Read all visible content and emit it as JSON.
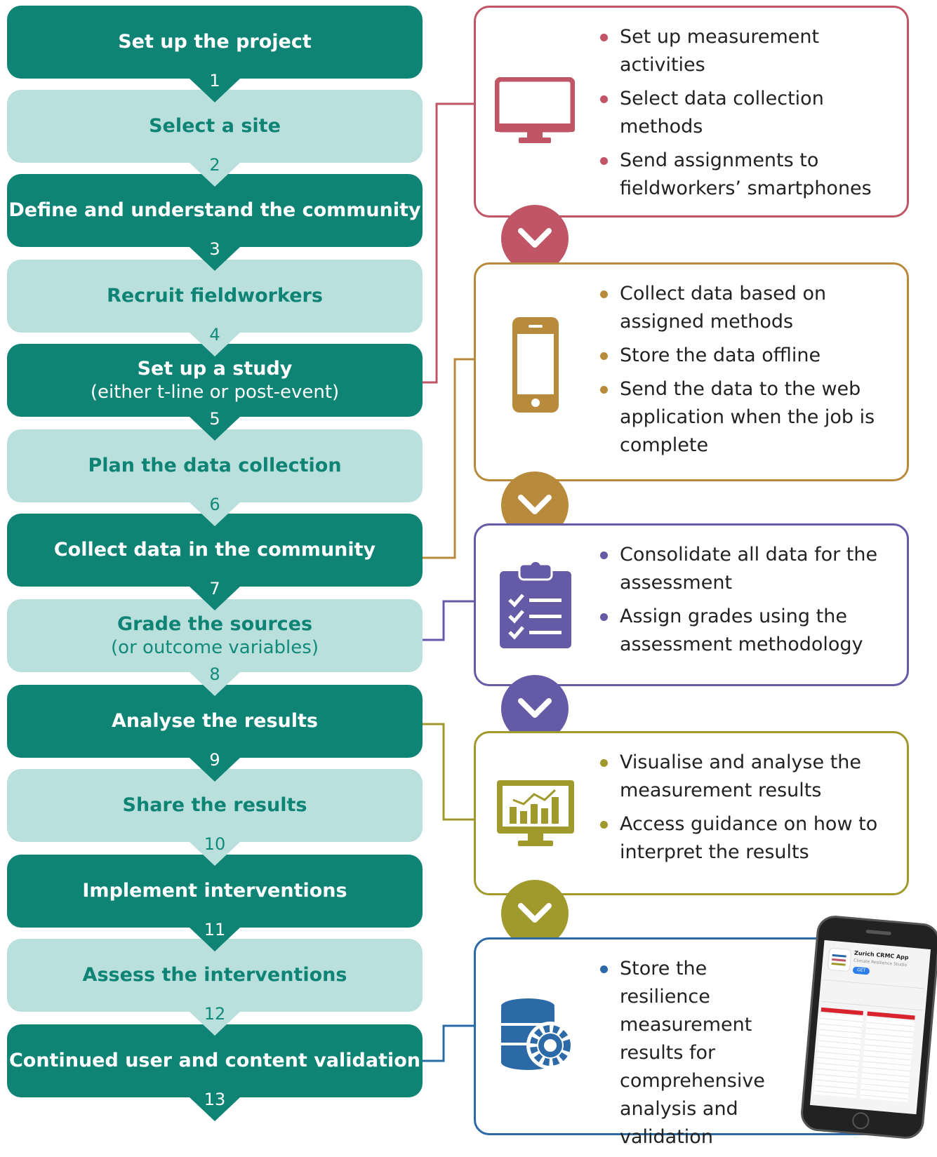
{
  "steps": [
    {
      "title": "Set up the project",
      "number": "1",
      "style": "dark"
    },
    {
      "title": "Select a site",
      "number": "2",
      "style": "light"
    },
    {
      "title": "Define and understand the community",
      "number": "3",
      "style": "dark"
    },
    {
      "title": "Recruit fieldworkers",
      "number": "4",
      "style": "light"
    },
    {
      "title": "Set up a study",
      "subtitle": "(either t-line or post-event)",
      "number": "5",
      "style": "dark"
    },
    {
      "title": "Plan the data collection",
      "number": "6",
      "style": "light"
    },
    {
      "title": "Collect data in the community",
      "number": "7",
      "style": "dark"
    },
    {
      "title": "Grade the sources",
      "subtitle": "(or outcome variables)",
      "number": "8",
      "style": "light"
    },
    {
      "title": "Analyse the results",
      "number": "9",
      "style": "dark"
    },
    {
      "title": "Share the results",
      "number": "10",
      "style": "light"
    },
    {
      "title": "Implement interventions",
      "number": "11",
      "style": "dark"
    },
    {
      "title": "Assess the interventions",
      "number": "12",
      "style": "light"
    },
    {
      "title": "Continued user and content validation",
      "number": "13",
      "style": "dark"
    }
  ],
  "cards": [
    {
      "icon": "desktop-monitor-icon",
      "color": "#c05566",
      "bullets": [
        "Set up measurement activities",
        "Select data collection methods",
        "Send assignments to fieldworkers’ smartphones"
      ]
    },
    {
      "icon": "smartphone-icon",
      "color": "#b88a3c",
      "bullets": [
        "Collect data based on assigned methods",
        "Store the data offline",
        "Send the data to the web application when the job is complete"
      ]
    },
    {
      "icon": "clipboard-checklist-icon",
      "color": "#655aa5",
      "bullets": [
        "Consolidate all data for the assessment",
        "Assign grades using the assessment methodology"
      ]
    },
    {
      "icon": "analytics-monitor-icon",
      "color": "#a09a2c",
      "bullets": [
        "Visualise and analyse the measurement results",
        "Access guidance on how to interpret the results"
      ]
    },
    {
      "icon": "database-gear-icon",
      "color": "#2b6aa7",
      "bullets": [
        "Store the resilience measurement results for comprehensive analysis and validation"
      ]
    }
  ],
  "phone_screen": {
    "app_name": "Zurich CRMC App",
    "app_subtitle": "Climate Resilience Studio",
    "button": "GET"
  },
  "colors": {
    "dark_teal": "#0f8475",
    "light_teal": "#b9e0dd",
    "number_light": "#128a7a"
  }
}
